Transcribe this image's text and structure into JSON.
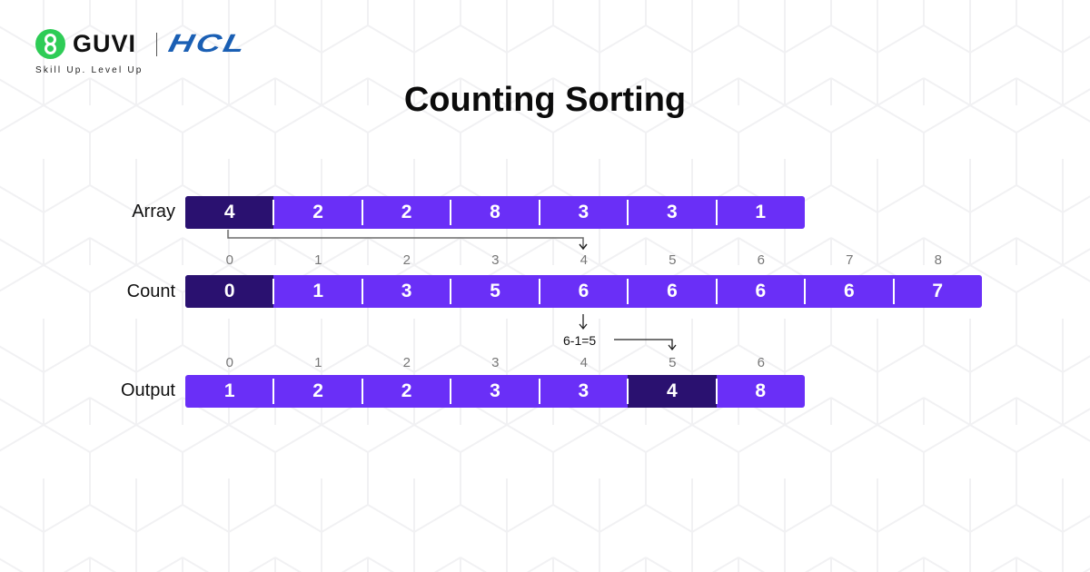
{
  "brand": {
    "logo_icon": "guvi-g-icon",
    "name": "GUVI",
    "partner": "HCL",
    "tagline": "Skill Up. Level Up",
    "colors": {
      "guvi_green": "#2ecc56",
      "hcl_blue": "#1a5fb4"
    }
  },
  "title": "Counting Sorting",
  "colors": {
    "bar": "#6a2ff7",
    "highlight": "#2a1170",
    "index_text": "#777777"
  },
  "rows": {
    "array": {
      "label": "Array",
      "values": [
        "4",
        "2",
        "2",
        "8",
        "3",
        "3",
        "1"
      ],
      "highlight_index": 0
    },
    "count": {
      "label": "Count",
      "indices": [
        "0",
        "1",
        "2",
        "3",
        "4",
        "5",
        "6",
        "7",
        "8"
      ],
      "values": [
        "0",
        "1",
        "3",
        "5",
        "6",
        "6",
        "6",
        "6",
        "7"
      ],
      "highlight_index": 0
    },
    "output": {
      "label": "Output",
      "indices": [
        "0",
        "1",
        "2",
        "3",
        "4",
        "5",
        "6"
      ],
      "values": [
        "1",
        "2",
        "2",
        "3",
        "3",
        "4",
        "8"
      ],
      "highlight_index": 5
    }
  },
  "annotations": {
    "step": "6-1=5",
    "arrow_1": "array[0]=4 -> count index 4",
    "arrow_2": "count[4]=6 -> 6-1=5 -> output index 5"
  }
}
